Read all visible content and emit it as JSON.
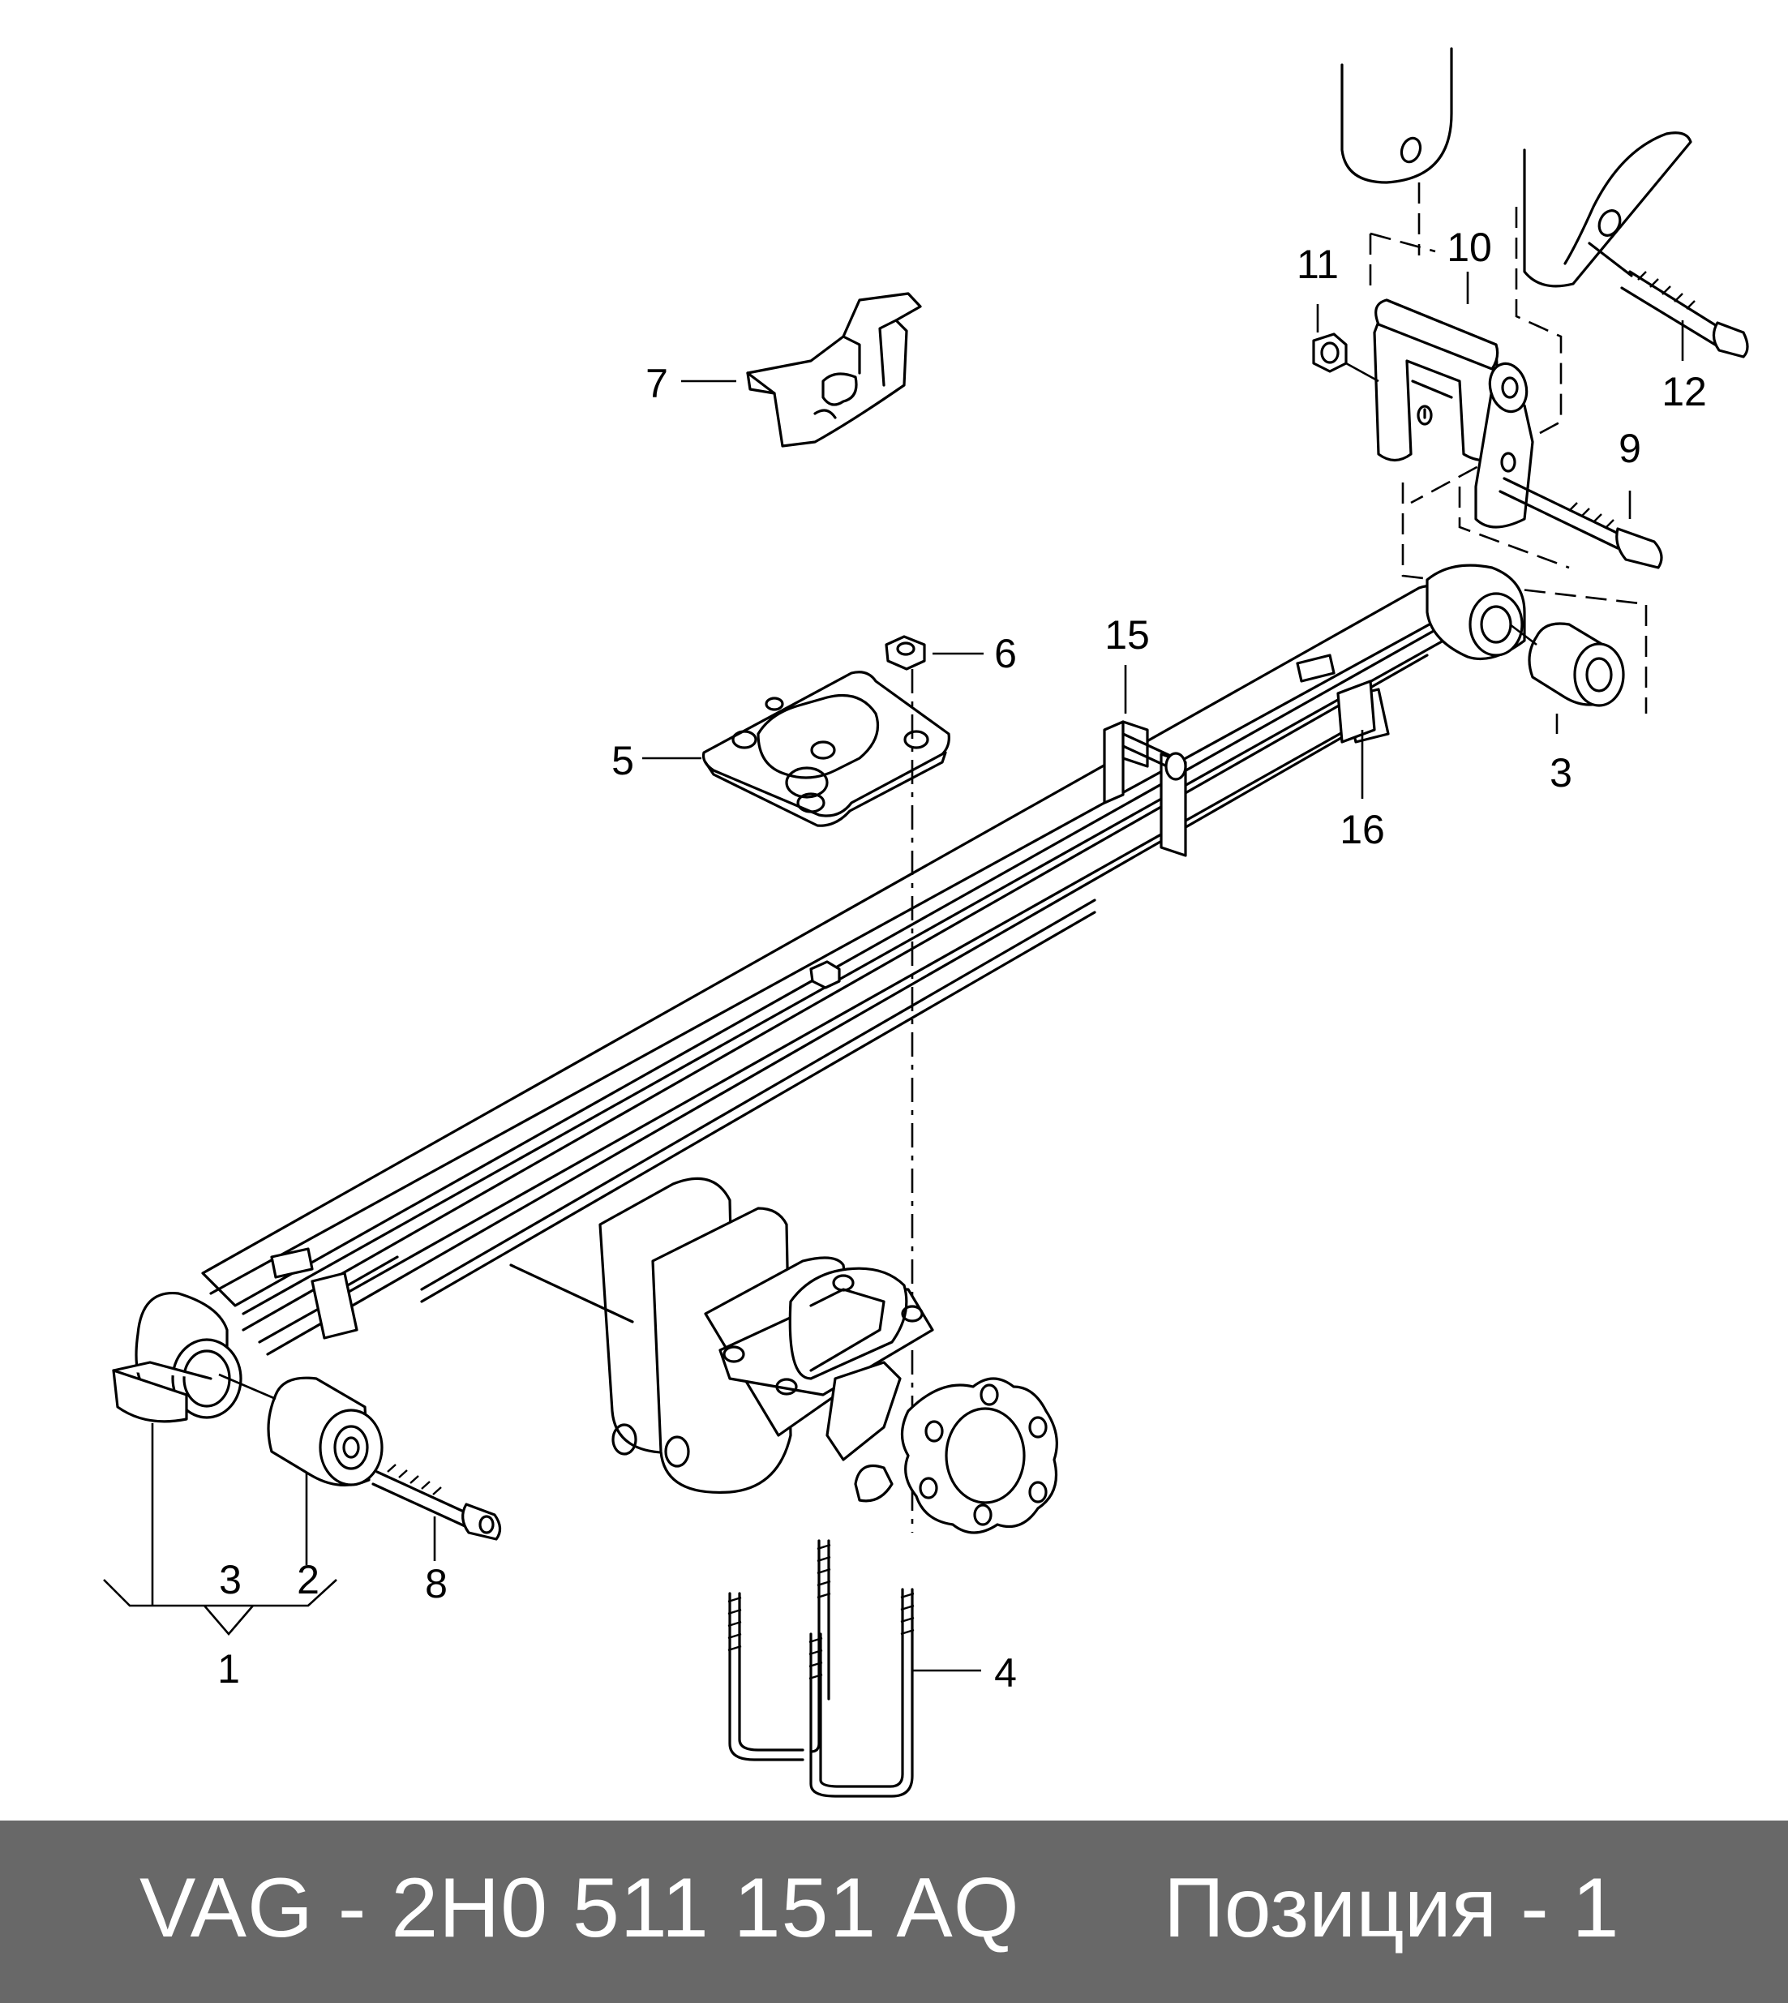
{
  "callouts": {
    "c1": "1",
    "c2": "2",
    "c3_left": "3",
    "c3_right": "3",
    "c4": "4",
    "c5": "5",
    "c6": "6",
    "c7": "7",
    "c8": "8",
    "c9": "9",
    "c10": "10",
    "c11": "11",
    "c12": "12",
    "c15": "15",
    "c16": "16"
  },
  "footer": {
    "part_number": "VAG - 2H0 511 151 AQ",
    "position": "Позиция - 1"
  },
  "colors": {
    "line": "#000000",
    "background": "#ffffff",
    "footer_bg": "#686868",
    "footer_text": "#ffffff"
  }
}
